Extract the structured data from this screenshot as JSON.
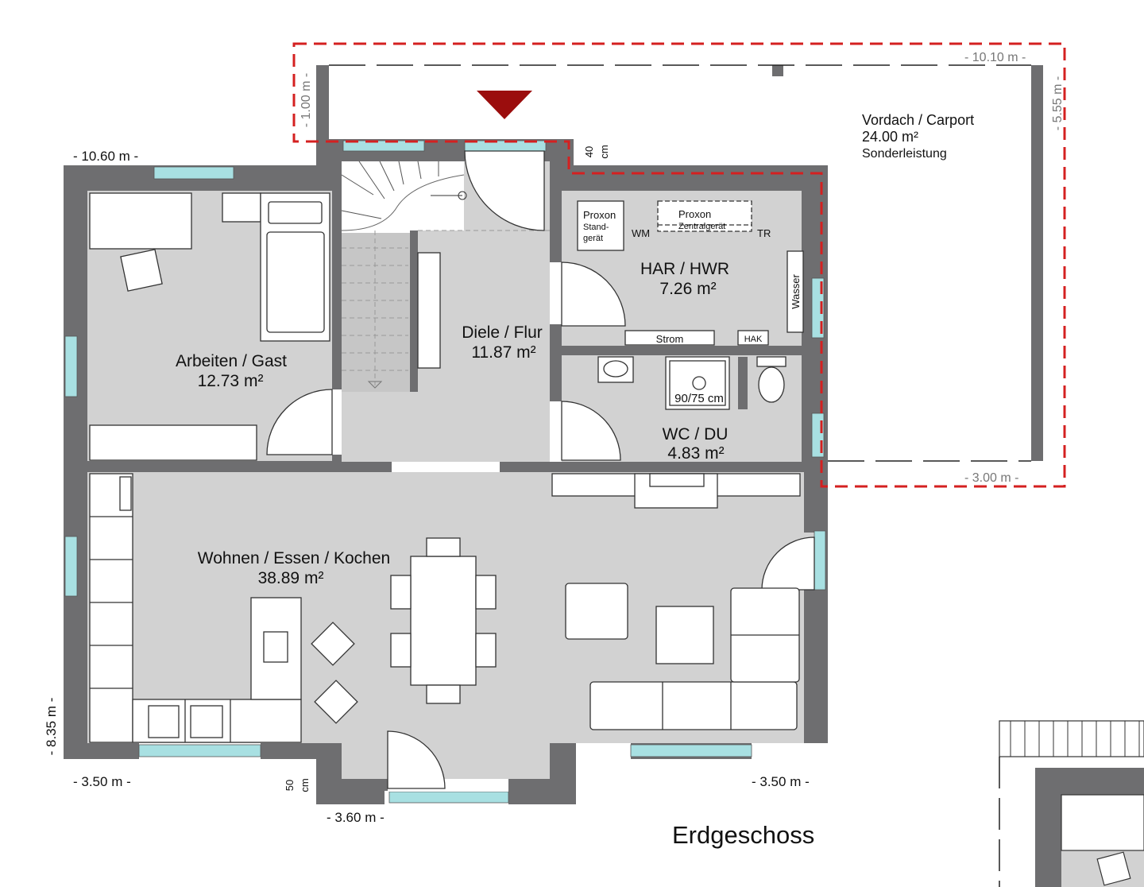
{
  "plan": {
    "title": "Erdgeschoss",
    "rooms": [
      {
        "name": "Arbeiten / Gast",
        "area": "12.73 m²"
      },
      {
        "name": "Diele / Flur",
        "area": "11.87 m²"
      },
      {
        "name": "HAR / HWR",
        "area": "7.26 m²"
      },
      {
        "name": "WC / DU",
        "area": "4.83 m²"
      },
      {
        "name": "Wohnen / Essen / Kochen",
        "area": "38.89 m²"
      }
    ],
    "carport": {
      "name": "Vordach / Carport",
      "area": "24.00 m²",
      "note": "Sonderleistung"
    },
    "fixtures": {
      "proxon_stand_1": "Proxon",
      "proxon_stand_2": "Stand-",
      "proxon_stand_3": "gerät",
      "proxon_central_1": "Proxon",
      "proxon_central_2": "Zentralgerät",
      "wm": "WM",
      "tr": "TR",
      "wasser": "Wasser",
      "strom": "Strom",
      "hak": "HAK",
      "shower": "90/75 cm"
    },
    "dimensions": {
      "top_left": "- 10.60 m -",
      "carport_width": "- 10.10 m -",
      "carport_depth": "- 5.55 m -",
      "overhang": "- 1.00 m -",
      "carport_side": "- 3.00 m -",
      "left_height": "- 8.35 m -",
      "bottom_left": "- 3.50 m -",
      "bottom_mid": "- 3.60 m -",
      "bottom_right": "- 3.50 m -",
      "wall_40_a": "40",
      "wall_40_b": "cm",
      "wall_50_a": "50",
      "wall_50_b": "cm"
    },
    "colors": {
      "wall": "#6e6e70",
      "floor": "#d2d2d2",
      "window": "#a8e0e2",
      "carport_outline": "#d42020",
      "entrance_marker": "#9b0d0d"
    }
  }
}
